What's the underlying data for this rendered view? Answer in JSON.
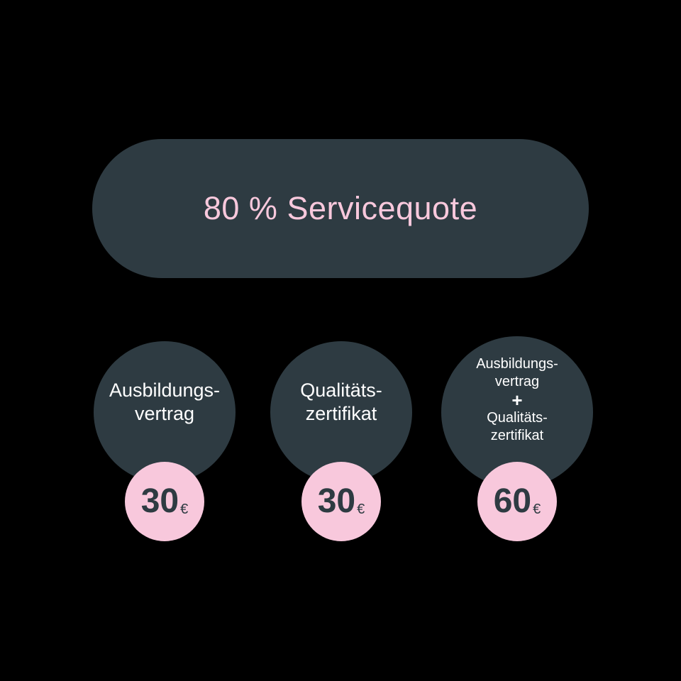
{
  "colors": {
    "background": "#000000",
    "shape_dark": "#2e3b42",
    "pink": "#f8c8dc",
    "title_text": "#ffffff"
  },
  "banner": {
    "label": "80 % Servicequote"
  },
  "items": [
    {
      "id": "ausbildungsvertrag",
      "title_lines": [
        "Ausbildungs-",
        "vertrag"
      ],
      "price": {
        "value": "30",
        "currency": "€"
      }
    },
    {
      "id": "qualitaetszertifikat",
      "title_lines": [
        "Qualitäts-",
        "zertifikat"
      ],
      "price": {
        "value": "30",
        "currency": "€"
      }
    },
    {
      "id": "kombi",
      "title_lines": [
        "Ausbildungs-",
        "vertrag",
        "+",
        "Qualitäts-",
        "zertifikat"
      ],
      "price": {
        "value": "60",
        "currency": "€"
      }
    }
  ]
}
